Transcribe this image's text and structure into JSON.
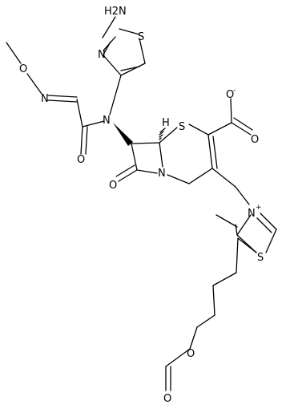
{
  "atoms": {
    "nh2": "H2N",
    "n_thz_amino": "N",
    "s_thz_amino": "S",
    "o_methoxy": "O",
    "n_oxime": "N",
    "n_amide": "N",
    "o_amide": "O",
    "h_stereo": "H",
    "s_ceph": "S",
    "o_carboxylate_top": "O",
    "charge_minus": "-",
    "o_carboxylate_right": "O",
    "o_betalactam": "O",
    "n_betalactam": "N",
    "n_thiazolium": "N",
    "charge_plus": "+",
    "s_thiazolium": "S",
    "o_ester": "O",
    "o_formyl": "O"
  }
}
